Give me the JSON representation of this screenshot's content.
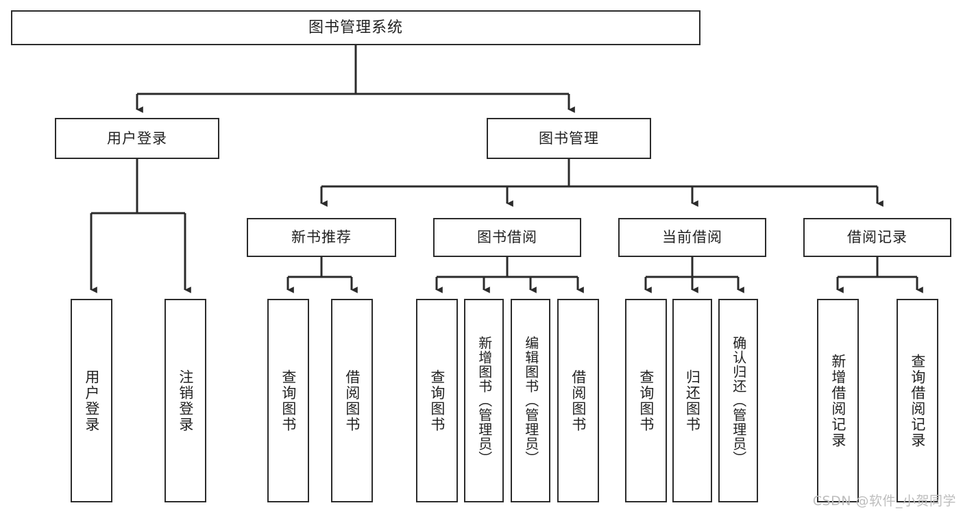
{
  "diagram": {
    "title": "图书管理系统",
    "type": "功能结构图",
    "watermark": "CSDN @软件_小贺同学",
    "line_color": "#2b2b2b",
    "box_fill": "#ffffff",
    "text_color": "#222222",
    "watermark_color": "#bdbdbd"
  },
  "nodes": {
    "root": {
      "label": "图书管理系统"
    },
    "level2": [
      {
        "label": "用户登录"
      },
      {
        "label": "图书管理"
      }
    ],
    "level3": [
      {
        "label": "新书推荐"
      },
      {
        "label": "图书借阅"
      },
      {
        "label": "当前借阅"
      },
      {
        "label": "借阅记录"
      }
    ],
    "leaves": [
      {
        "label": "用户登录",
        "parent": "用户登录"
      },
      {
        "label": "注销登录",
        "parent": "用户登录"
      },
      {
        "label": "查询图书",
        "parent": "新书推荐"
      },
      {
        "label": "借阅图书",
        "parent": "新书推荐"
      },
      {
        "label": "查询图书",
        "parent": "图书借阅"
      },
      {
        "label": "新增图书（管理员）",
        "parent": "图书借阅"
      },
      {
        "label": "编辑图书（管理员）",
        "parent": "图书借阅"
      },
      {
        "label": "借阅图书",
        "parent": "图书借阅"
      },
      {
        "label": "查询图书",
        "parent": "当前借阅"
      },
      {
        "label": "归还图书",
        "parent": "当前借阅"
      },
      {
        "label": "确认归还（管理员）",
        "parent": "当前借阅"
      },
      {
        "label": "新增借阅记录",
        "parent": "借阅记录"
      },
      {
        "label": "查询借阅记录",
        "parent": "借阅记录"
      }
    ]
  }
}
